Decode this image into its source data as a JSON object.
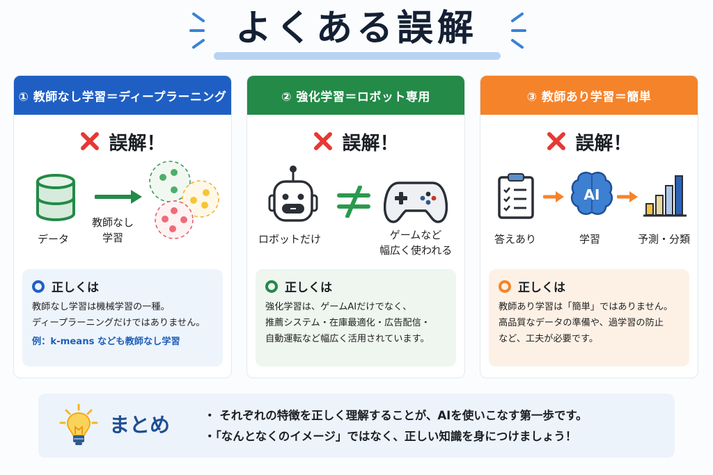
{
  "title": "よくある誤解",
  "colors": {
    "title": "#142033",
    "underline": "#b7d3f4",
    "blue": "#1f5fc4",
    "green": "#238a48",
    "orange": "#f5832a",
    "cross": "#e53935"
  },
  "cards": [
    {
      "header": "① 教師なし学習＝ディープラーニング",
      "myth_label": "誤解！",
      "illustration": {
        "icons": [
          "database-icon",
          "arrow-right-icon",
          "clusters-icon"
        ],
        "labels": {
          "data": "データ",
          "process_line1": "教師なし",
          "process_line2": "学習"
        }
      },
      "correct": {
        "heading": "正しくは",
        "lines": [
          "教師なし学習は機械学習の一種。",
          "ディープラーニングだけではありません。"
        ],
        "example": "例：k-means なども教師なし学習"
      }
    },
    {
      "header": "② 強化学習＝ロボット専用",
      "myth_label": "誤解！",
      "illustration": {
        "icons": [
          "robot-icon",
          "not-equal-icon",
          "gamepad-icon"
        ],
        "labels": {
          "left": "ロボットだけ",
          "right_line1": "ゲームなど",
          "right_line2": "幅広く使われる"
        }
      },
      "correct": {
        "heading": "正しくは",
        "lines": [
          "強化学習は、ゲームAIだけでなく、",
          "推薦システム・在庫最適化・広告配信・",
          "自動運転など幅広く活用されています。"
        ]
      }
    },
    {
      "header": "③ 教師あり学習＝簡単",
      "myth_label": "誤解！",
      "illustration": {
        "icons": [
          "clipboard-checklist-icon",
          "arrow-right-icon",
          "ai-brain-icon",
          "arrow-right-icon",
          "bar-chart-icon"
        ],
        "labels": {
          "answers": "答えあり",
          "learn": "学習",
          "predict": "予測・分類"
        }
      },
      "correct": {
        "heading": "正しくは",
        "lines": [
          "教師あり学習は「簡単」ではありません。",
          "高品質なデータの準備や、過学習の防止",
          "など、工夫が必要です。"
        ]
      }
    }
  ],
  "summary": {
    "title": "まとめ",
    "items": [
      "・ それぞれの特徴を正しく理解することが、AIを使いこなす第一歩です。",
      "・「なんとなくのイメージ」ではなく、正しい知識を身につけましょう！"
    ]
  }
}
